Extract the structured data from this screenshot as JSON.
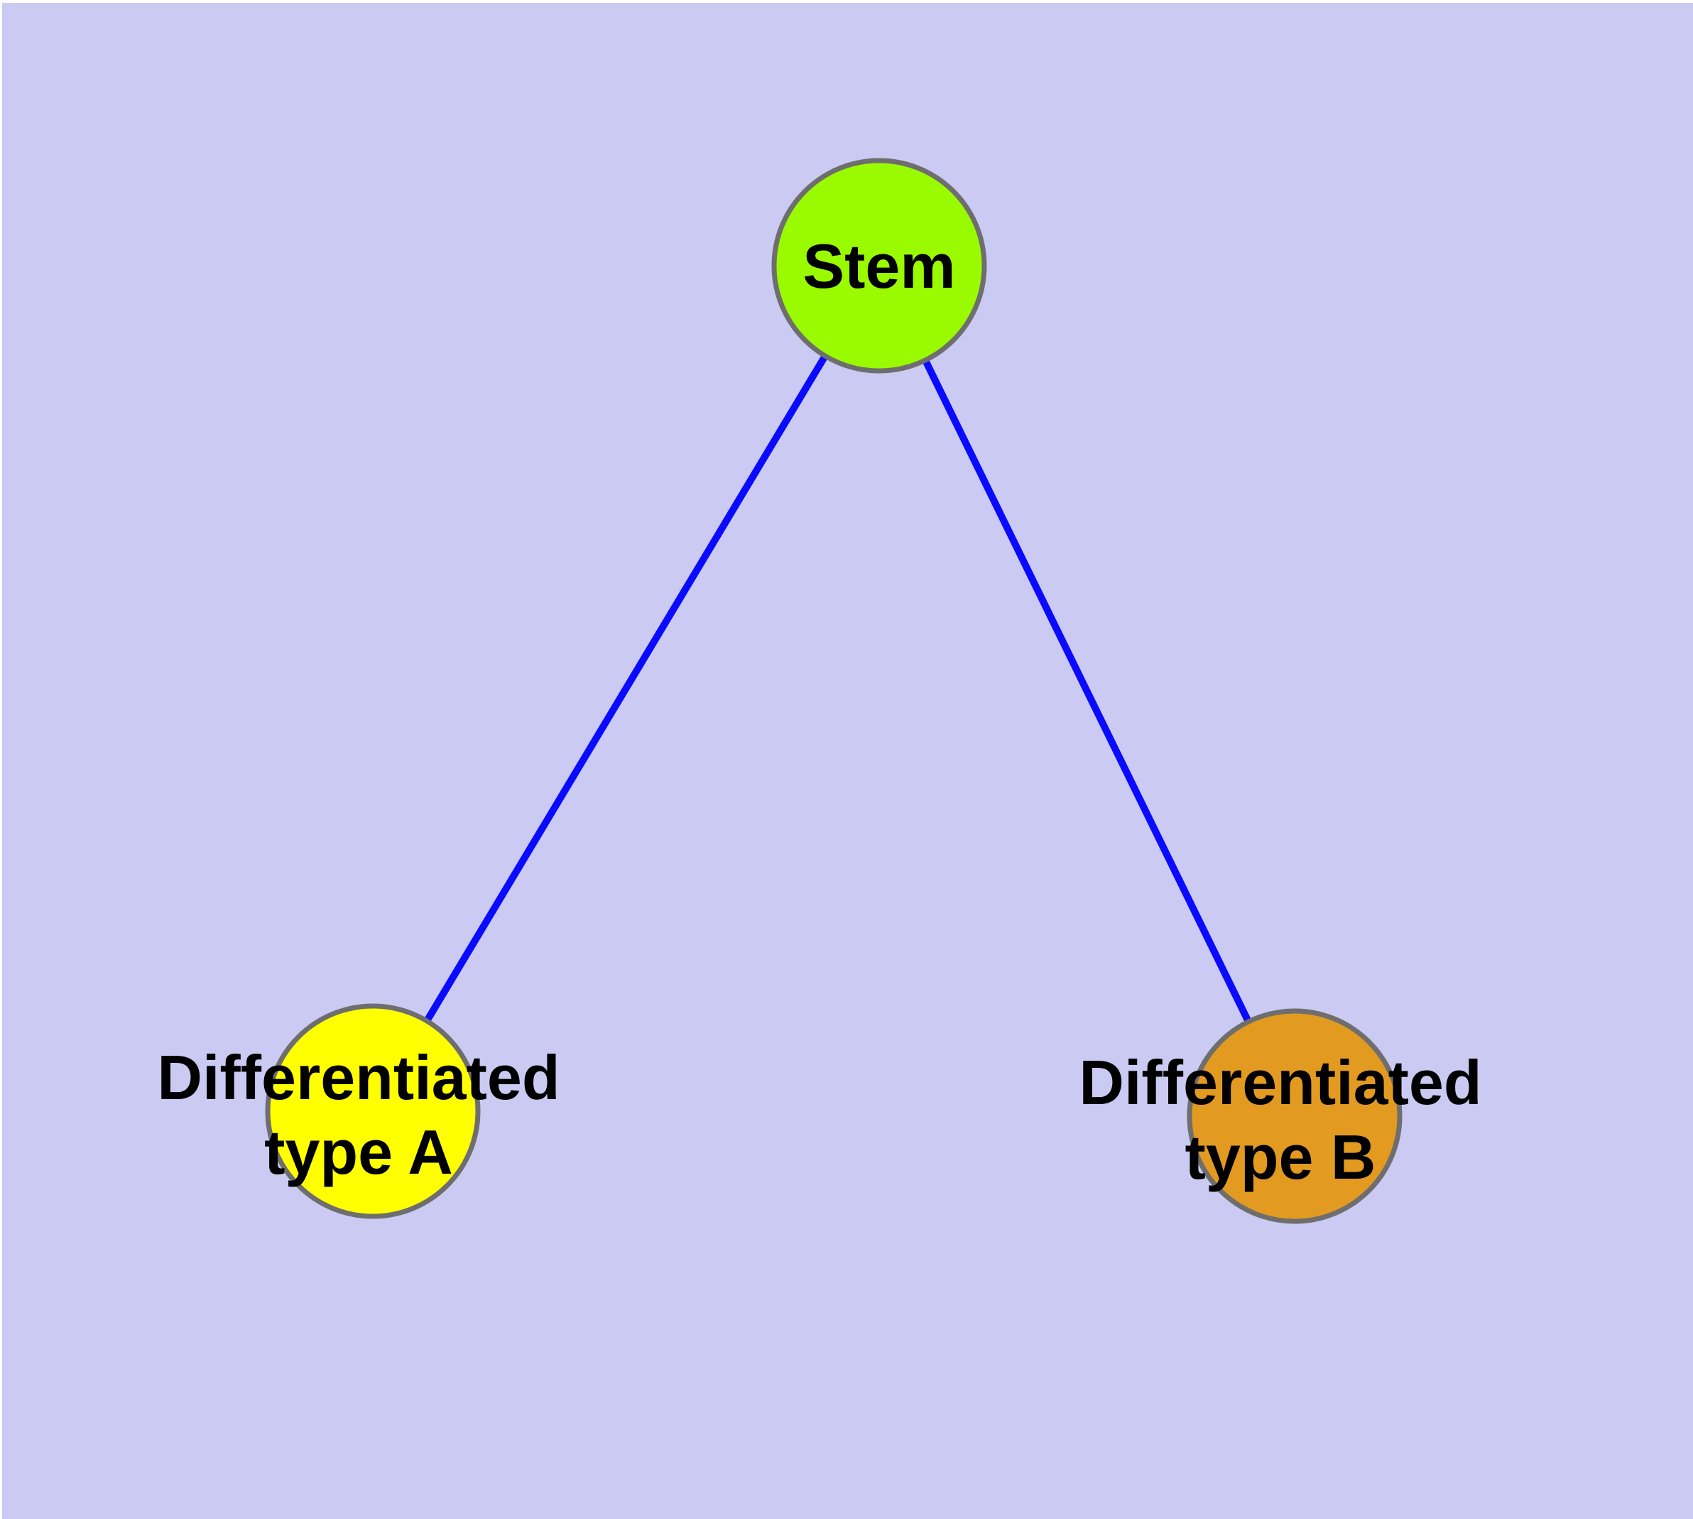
{
  "diagram": {
    "title": "",
    "type": "node-link graph",
    "colors": {
      "background": "#cacaf3",
      "page_margin": "#ffffff",
      "edge": "#0a0aff",
      "node_border": "#6e6e6e",
      "label_text": "#000000"
    },
    "nodes": {
      "stem": {
        "label": "Stem",
        "fill": "#9afb00"
      },
      "type_a": {
        "label": "Differentiated type A",
        "line1": "Differentiated",
        "line2": "type A",
        "fill": "#ffff00"
      },
      "type_b": {
        "label": "Differentiated type B",
        "line1": "Differentiated",
        "line2": "type B",
        "fill": "#e29a20"
      }
    },
    "edges": [
      {
        "from": "Stem",
        "to": "Differentiated type A"
      },
      {
        "from": "Stem",
        "to": "Differentiated type B"
      }
    ]
  }
}
